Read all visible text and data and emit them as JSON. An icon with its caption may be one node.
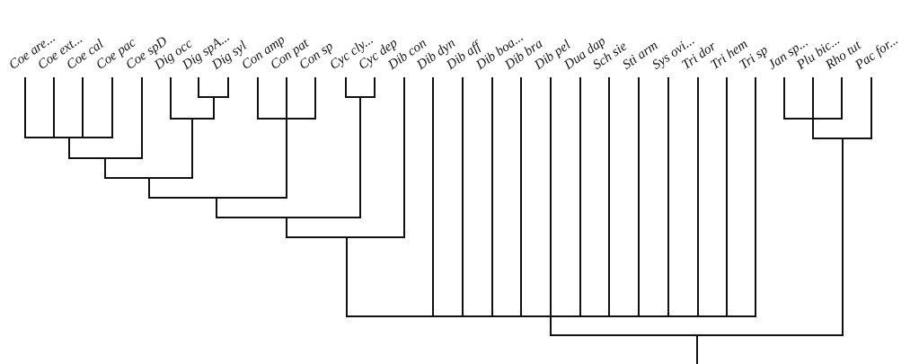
{
  "diagram": {
    "labels": [
      "Coe are...",
      "Coe ext...",
      "Coe cal",
      "Coe pac",
      "Coe spD",
      "Dig occ",
      "Dig spA...",
      "Dig syl",
      "Con amp",
      "Con pat",
      "Con sp",
      "Cyc cly...",
      "Cyc dep",
      "Dib con",
      "Dib dyn",
      "Dib aff",
      "Dib boa...",
      "Dib bra",
      "Dib pel",
      "Dua dap",
      "Sch sie",
      "Sti arm",
      "Sys ovi...",
      "Tri dor",
      "Tri hem",
      "Tri sp",
      "Jan sp...",
      "Plu bic...",
      "Rho tut",
      "Pac for..."
    ]
  }
}
